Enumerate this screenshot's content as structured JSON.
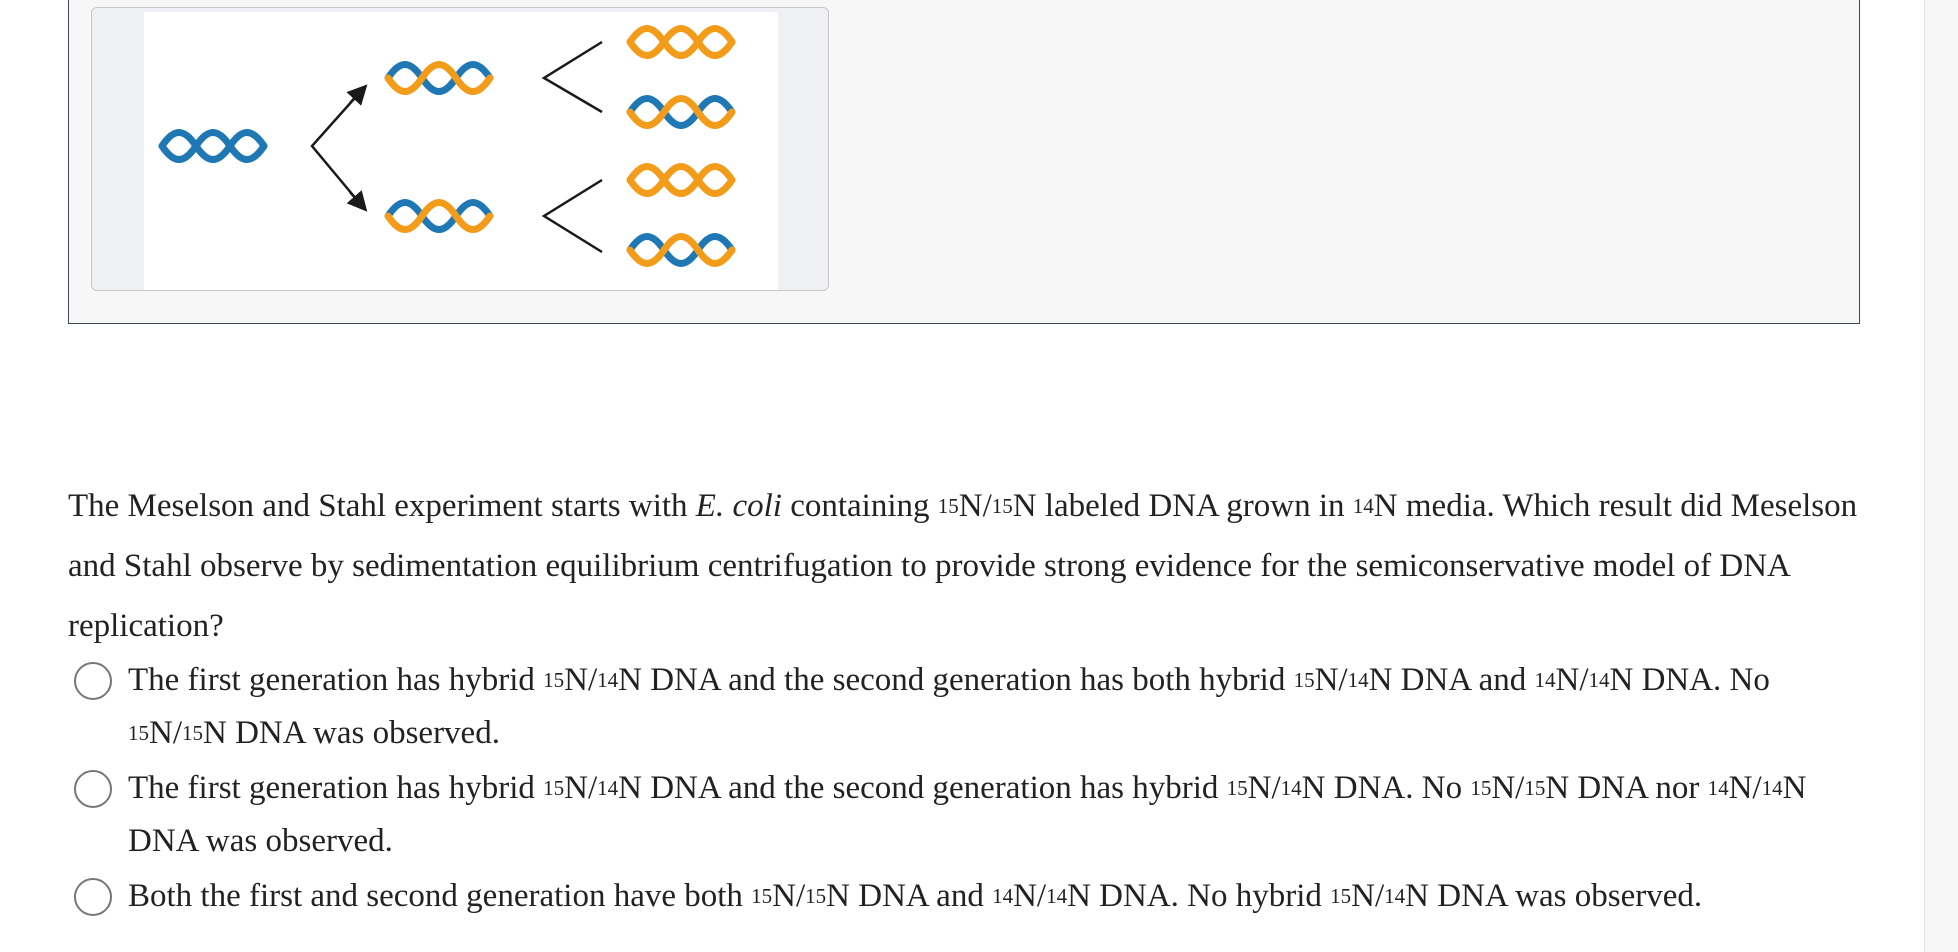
{
  "figure": {
    "image_alt": "DNA replication diagram: one parental helix branches into two daughter helices, each branching into two more",
    "colors": {
      "strand_blue": "#1f78b4",
      "strand_orange": "#f39c1a",
      "arrow": "#1a1a1a"
    }
  },
  "question": {
    "intro": "The Meselson and Stahl experiment starts with ",
    "organism": "E. coli",
    "containing": " containing ",
    "iso_a": "15",
    "n_slash": "N/",
    "iso_b": "15",
    "labeled_dna": "N labeled DNA grown in ",
    "iso_c": "14",
    "rest": "N media. Which result did Meselson and Stahl observe by sedimentation equilibrium centrifugation to provide strong evidence for the semiconservative model of DNA replication?"
  },
  "options": [
    {
      "t1": "The first generation has hybrid ",
      "s1": "15",
      "t2": "N/",
      "s2": "14",
      "t3": "N DNA and the second generation has both hybrid ",
      "s3": "15",
      "t4": "N/",
      "s4": "14",
      "t5": "N DNA and ",
      "s5": "14",
      "t6": "N/",
      "s6": "14",
      "t7": "N DNA. No ",
      "s7": "15",
      "t8": "N/",
      "s8": "15",
      "t9": "N DNA was observed."
    },
    {
      "t1": "The first generation has hybrid ",
      "s1": "15",
      "t2": "N/",
      "s2": "14",
      "t3": "N DNA and the second generation has hybrid ",
      "s3": "15",
      "t4": "N/",
      "s4": "14",
      "t5": "N DNA. No ",
      "s5": "15",
      "t6": "N/",
      "s6": "15",
      "t7": "N DNA nor ",
      "s7": "14",
      "t8": "N/",
      "s8": "14",
      "t9": "N DNA was observed."
    },
    {
      "t1": "Both the first and second generation have both ",
      "s1": "15",
      "t2": "N/",
      "s2": "15",
      "t3": "N DNA and ",
      "s3": "14",
      "t4": "N/",
      "s4": "14",
      "t5": "N DNA. No hybrid ",
      "s5": "15",
      "t6": "N/",
      "s6": "14",
      "t7": "N DNA was observed.",
      "s7": "",
      "t8": "",
      "s8": "",
      "t9": ""
    }
  ]
}
